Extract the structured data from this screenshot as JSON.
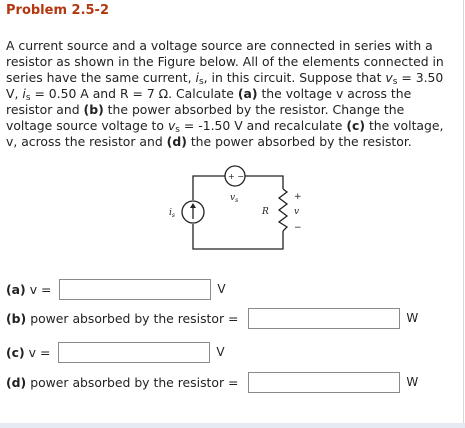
{
  "problem": {
    "title": "Problem 2.5-2",
    "text_1": "A current source and a voltage source are connected in series with a resistor as shown in the Figure below. All of the elements connected in series have the same current, ",
    "sym_i": "i",
    "sub_s": "s",
    "text_2": ", in this circuit. Suppose that ",
    "sym_v": "v",
    "text_3": " = 3.50 V, ",
    "text_4": " = 0.50 A and R = 7 Ω. Calculate ",
    "part_a": "(a)",
    "text_5": " the voltage v across the resistor and ",
    "part_b": "(b)",
    "text_6": " the power absorbed by the resistor. Change the voltage source voltage to ",
    "text_7": " = -1.50 V and recalculate ",
    "part_c": "(c)",
    "text_8": " the voltage, v, across the resistor and ",
    "part_d": "(d)",
    "text_9": " the power absorbed by the resistor."
  },
  "figure": {
    "label_vs": "v",
    "label_vs_sub": "s",
    "label_is": "i",
    "label_is_sub": "s",
    "label_R": "R",
    "label_v": "v",
    "plus": "+",
    "minus": "−",
    "source_signs": "+ −"
  },
  "answers": [
    {
      "part": "(a)",
      "label": "v =",
      "unit": "V",
      "value": ""
    },
    {
      "part": "(b)",
      "label": "power absorbed by the resistor =",
      "unit": "W",
      "value": ""
    },
    {
      "part": "(c)",
      "label": "v =",
      "unit": "V",
      "value": ""
    },
    {
      "part": "(d)",
      "label": "power absorbed by the resistor =",
      "unit": "W",
      "value": ""
    }
  ],
  "colors": {
    "title": "#b4380f"
  }
}
